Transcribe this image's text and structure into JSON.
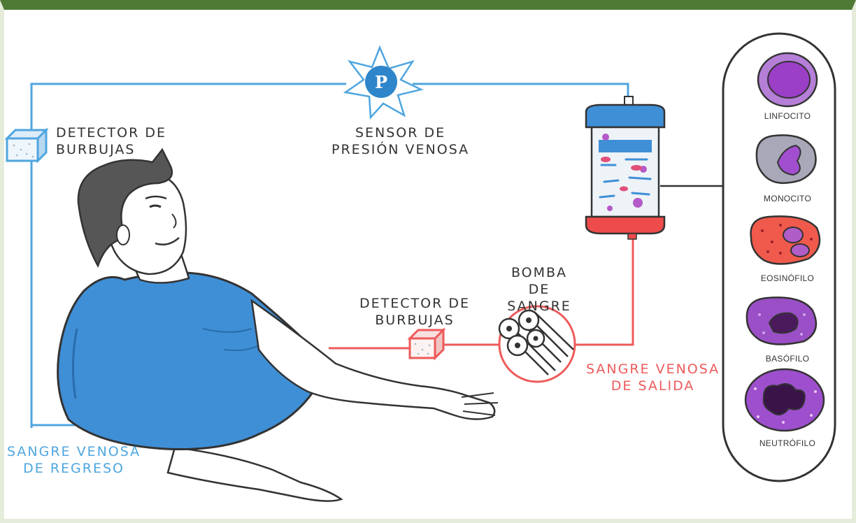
{
  "labels": {
    "detector_top": "DETECTOR DE\nBURBUJAS",
    "sensor": "SENSOR DE\nPRESIÓN VENOSA",
    "sensor_symbol": "P",
    "bomba": "BOMBA\nDE SANGRE",
    "detector_mid": "DETECTOR DE\nBURBUJAS",
    "sangre_salida": "SANGRE VENOSA\nDE SALIDA",
    "sangre_regreso": "SANGRE VENOSA\nDE REGRESO"
  },
  "cells": [
    {
      "name": "LINFOCITO"
    },
    {
      "name": "MONOCITO"
    },
    {
      "name": "EOSINÓFILO"
    },
    {
      "name": "BASÓFILO"
    },
    {
      "name": "NEUTRÓFILO"
    }
  ],
  "colors": {
    "frame_top": "#4e7a35",
    "frame_side": "#e6ecda",
    "blue_line": "#4fa6df",
    "red_line": "#ee5a5a",
    "shirt": "#3f8fd6",
    "sensor": "#2f85c9"
  }
}
